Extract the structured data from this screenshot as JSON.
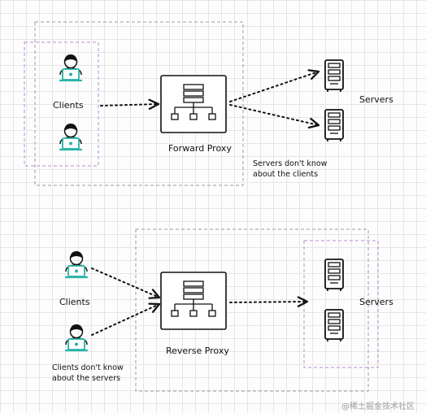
{
  "top": {
    "clients_label": "Clients",
    "proxy_label": "Forward Proxy",
    "servers_label": "Servers",
    "note_line1": "Servers don't know",
    "note_line2": "about the clients"
  },
  "bottom": {
    "clients_label": "Clients",
    "proxy_label": "Reverse Proxy",
    "servers_label": "Servers",
    "note_line1": "Clients don't know",
    "note_line2": "about the servers"
  },
  "watermark": "@稀土掘金技术社区",
  "colors": {
    "grid": "#e6e6e6",
    "outer_dashed": "#9a9a9a",
    "inner_dashed": "#b88ad8",
    "client_icon": "#27b3a8",
    "ink": "#111111"
  }
}
